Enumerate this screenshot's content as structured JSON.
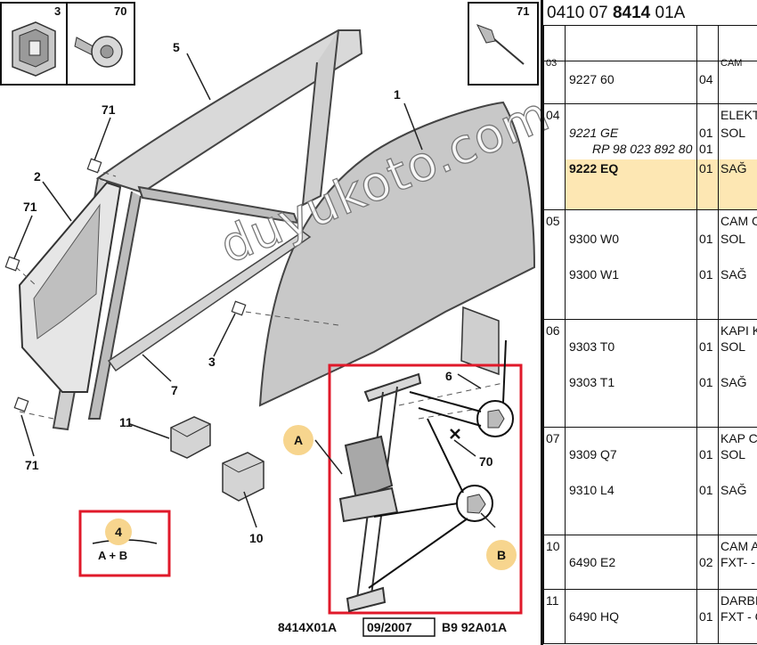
{
  "diagram": {
    "callouts": {
      "c1": "1",
      "c2": "2",
      "c3": "3",
      "c5": "5",
      "c6": "6",
      "c7": "7",
      "c10": "10",
      "c11": "11",
      "c70": "70",
      "c71a": "71",
      "c71b": "71",
      "c71c": "71"
    },
    "inset_boxes": {
      "box3": "3",
      "box70": "70",
      "box71": "71"
    },
    "badges": {
      "a": "A",
      "b": "B",
      "four": "4"
    },
    "kit_label": "A + B",
    "references": {
      "code": "8414X01A",
      "date": "09/2007",
      "ref": "B9 92A01A"
    },
    "watermark": "duyukoto.com"
  },
  "parts_header": {
    "prefix": "0410 07",
    "group": "8414",
    "suffix": "01A"
  },
  "colors": {
    "highlight": "#fde7b3",
    "red_frame": "#e0192a",
    "badge": "#f7d58e"
  },
  "rows": [
    {
      "num": "03",
      "lines": [
        {
          "ref": "9227 60",
          "qty": "04",
          "desc": ""
        }
      ],
      "desc_title": "CAM"
    },
    {
      "num": "04",
      "desc_title": "ELEKT",
      "lines": [
        {
          "ref": "9221 GE",
          "qty": "01",
          "desc": "SOL",
          "style": "ital"
        },
        {
          "ref": "RP 98 023 892 80",
          "qty": "01",
          "desc": "",
          "style": "ital"
        },
        {
          "ref": "9222 EQ",
          "qty": "01",
          "desc": "SAĞ",
          "style": "bold"
        }
      ]
    },
    {
      "num": "05",
      "desc_title": "CAM C",
      "lines": [
        {
          "ref": "9300 W0",
          "qty": "01",
          "desc": "SOL"
        },
        {
          "ref": "9300 W1",
          "qty": "01",
          "desc": "SAĞ"
        }
      ]
    },
    {
      "num": "06",
      "desc_title": "KAPI K",
      "lines": [
        {
          "ref": "9303 T0",
          "qty": "01",
          "desc": "SOL"
        },
        {
          "ref": "9303 T1",
          "qty": "01",
          "desc": "SAĞ"
        }
      ]
    },
    {
      "num": "07",
      "desc_title": "KAP C",
      "lines": [
        {
          "ref": "9309 Q7",
          "qty": "01",
          "desc": "SOL"
        },
        {
          "ref": "9310 L4",
          "qty": "01",
          "desc": "SAĞ"
        }
      ]
    },
    {
      "num": "10",
      "desc_title": "CAM A",
      "lines": [
        {
          "ref": "6490 E2",
          "qty": "02",
          "desc": "FXT- -"
        }
      ]
    },
    {
      "num": "11",
      "desc_title": "DARBI",
      "lines": [
        {
          "ref": "6490 HQ",
          "qty": "01",
          "desc": "FXT - C"
        }
      ]
    }
  ]
}
